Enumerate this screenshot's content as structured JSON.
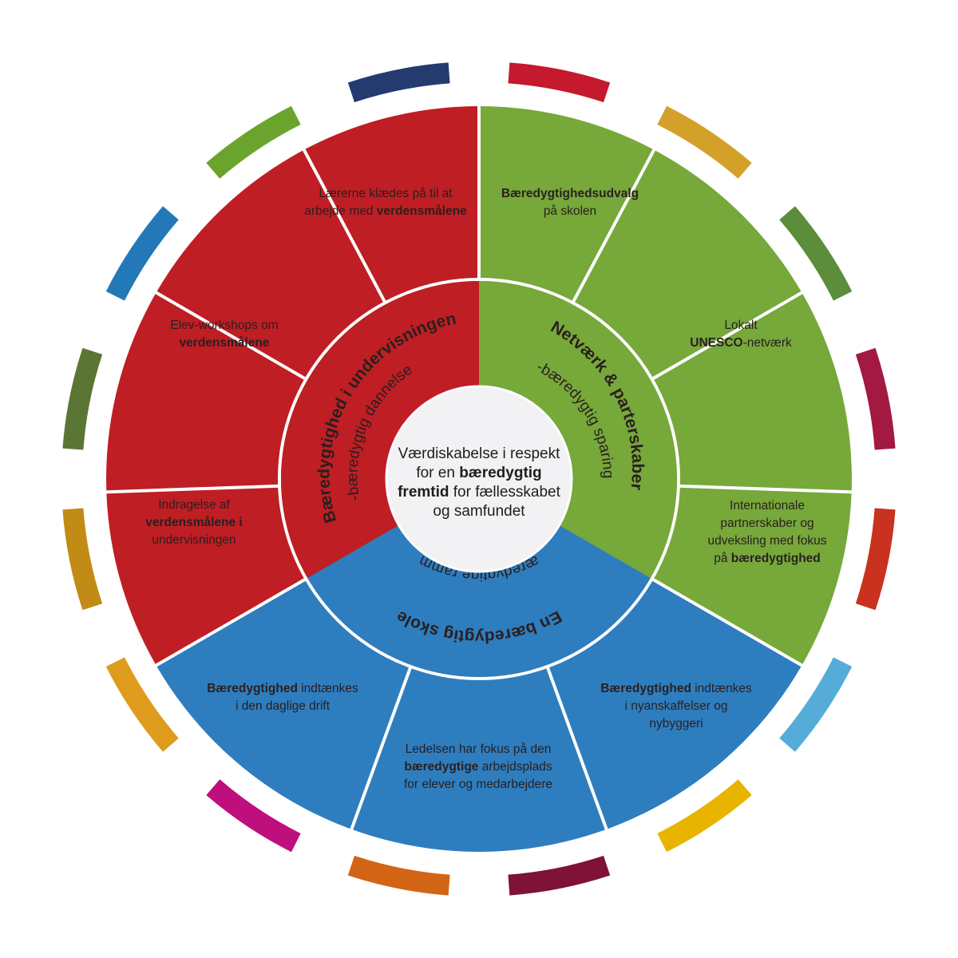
{
  "colors": {
    "red": "#bf1e24",
    "green": "#76a83a",
    "blue": "#2e7dbf",
    "divider": "#ffffff"
  },
  "sdg_colors": [
    "#c5192d",
    "#d3a029",
    "#5b8d3a",
    "#a21942",
    "#c8321e",
    "#55acd9",
    "#e9b400",
    "#7e1237",
    "#d26515",
    "#bf0f7d",
    "#de9b1c",
    "#c18b15",
    "#5b7535",
    "#2378b8",
    "#6aa42d",
    "#233b6e"
  ],
  "center": {
    "lines": [
      [
        {
          "t": "Værdiskabelse i respekt"
        }
      ],
      [
        {
          "t": "for en "
        },
        {
          "t": "bæredygtig",
          "b": true
        }
      ],
      [
        {
          "t": "fremtid",
          "b": true
        },
        {
          "t": " for fællesskabet"
        }
      ],
      [
        {
          "t": "og samfundet"
        }
      ]
    ]
  },
  "arcs": {
    "left_title": "Bæredygtighed i undervisningen",
    "left_sub": "-bæredygtig dannelse",
    "right_title": "Netværk & parterskaber",
    "right_sub": "-bæredygtig sparing",
    "bottom_title": "En bæredygtig skole",
    "bottom_sub": "-bæredygtige rammer"
  },
  "outer_segments": [
    {
      "id": "red-top",
      "lines": [
        [
          {
            "t": "Lærerne klædes på til at"
          }
        ],
        [
          {
            "t": "arbejde med "
          },
          {
            "t": "verdensmålene",
            "b": true
          }
        ]
      ]
    },
    {
      "id": "red-mid",
      "lines": [
        [
          {
            "t": "Elev-workshops om"
          }
        ],
        [
          {
            "t": "verdensmålene",
            "b": true
          }
        ]
      ]
    },
    {
      "id": "red-low",
      "lines": [
        [
          {
            "t": "Indragelse af"
          }
        ],
        [
          {
            "t": "verdensmålene i",
            "b": true
          }
        ],
        [
          {
            "t": "undervisningen"
          }
        ]
      ]
    },
    {
      "id": "green-top",
      "lines": [
        [
          {
            "t": "Bæredygtighedsudvalg",
            "b": true
          }
        ],
        [
          {
            "t": "på skolen"
          }
        ]
      ]
    },
    {
      "id": "green-mid",
      "lines": [
        [
          {
            "t": "Lokalt"
          }
        ],
        [
          {
            "t": "UNESCO",
            "b": true
          },
          {
            "t": "-netværk"
          }
        ]
      ]
    },
    {
      "id": "green-low",
      "lines": [
        [
          {
            "t": "Internationale"
          }
        ],
        [
          {
            "t": "partnerskaber og"
          }
        ],
        [
          {
            "t": "udveksling med fokus"
          }
        ],
        [
          {
            "t": "på "
          },
          {
            "t": "bæredygtighed",
            "b": true
          }
        ]
      ]
    },
    {
      "id": "blue-left",
      "lines": [
        [
          {
            "t": "Bæredygtighed",
            "b": true
          },
          {
            "t": " indtænkes"
          }
        ],
        [
          {
            "t": "i den daglige drift"
          }
        ]
      ]
    },
    {
      "id": "blue-mid",
      "lines": [
        [
          {
            "t": "Ledelsen har fokus på den"
          }
        ],
        [
          {
            "t": "bæredygtige",
            "b": true
          },
          {
            "t": " arbejdsplads"
          }
        ],
        [
          {
            "t": "for elever og medarbejdere"
          }
        ]
      ]
    },
    {
      "id": "blue-right",
      "lines": [
        [
          {
            "t": "Bæredygtighed",
            "b": true
          },
          {
            "t": " indtænkes"
          }
        ],
        [
          {
            "t": "i nyanskaffelser og"
          }
        ],
        [
          {
            "t": "nybyggeri"
          }
        ]
      ]
    }
  ]
}
